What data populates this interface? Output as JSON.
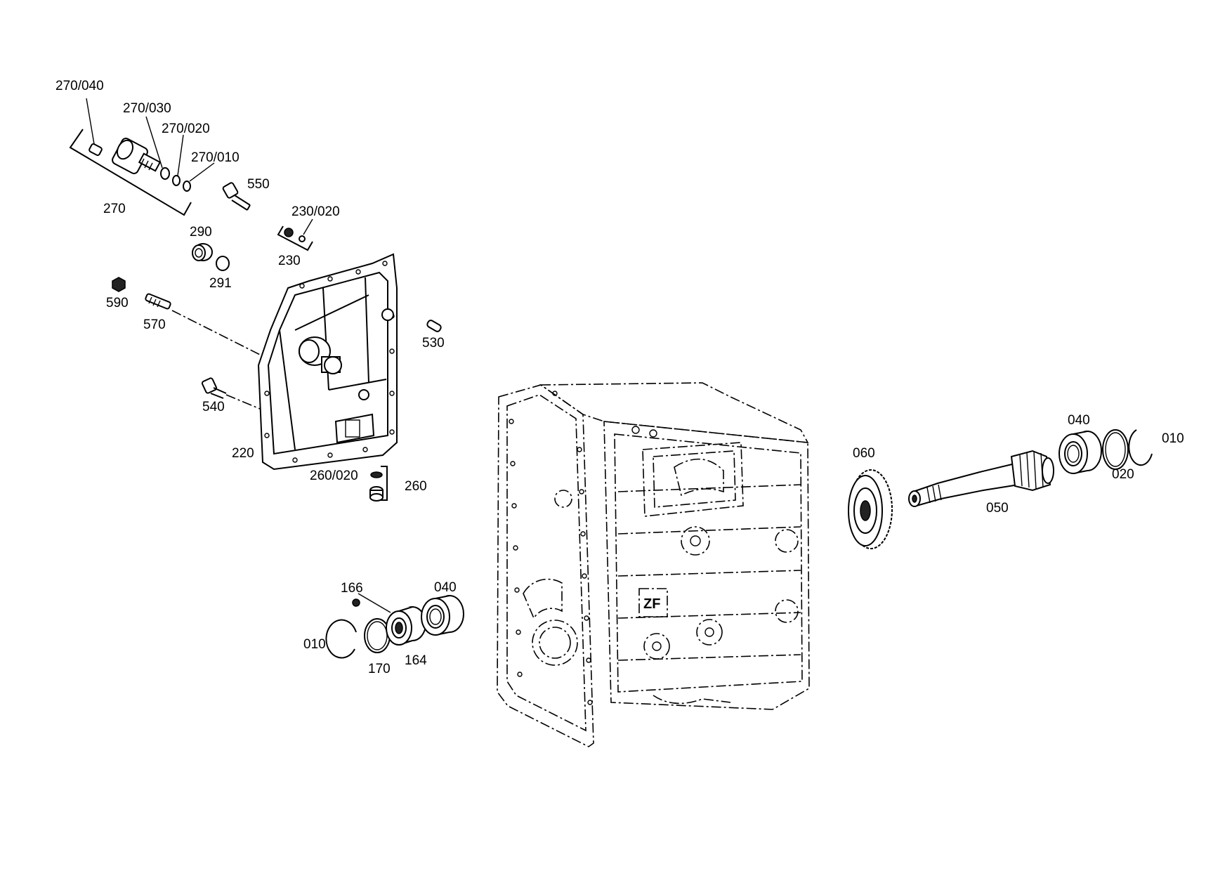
{
  "labels": {
    "p270_040": "270/040",
    "p270_030": "270/030",
    "p270_020": "270/020",
    "p270_010": "270/010",
    "p270": "270",
    "p550": "550",
    "p230_020": "230/020",
    "p230": "230",
    "p290": "290",
    "p291": "291",
    "p590": "590",
    "p570": "570",
    "p530": "530",
    "p540": "540",
    "p220": "220",
    "p260_020": "260/020",
    "p260": "260",
    "p166": "166",
    "p040_left": "040",
    "p010_left": "010",
    "p170": "170",
    "p164": "164",
    "p060": "060",
    "p050": "050",
    "p040_right": "040",
    "p020": "020",
    "p010_right": "010"
  },
  "logo_text": "ZF"
}
